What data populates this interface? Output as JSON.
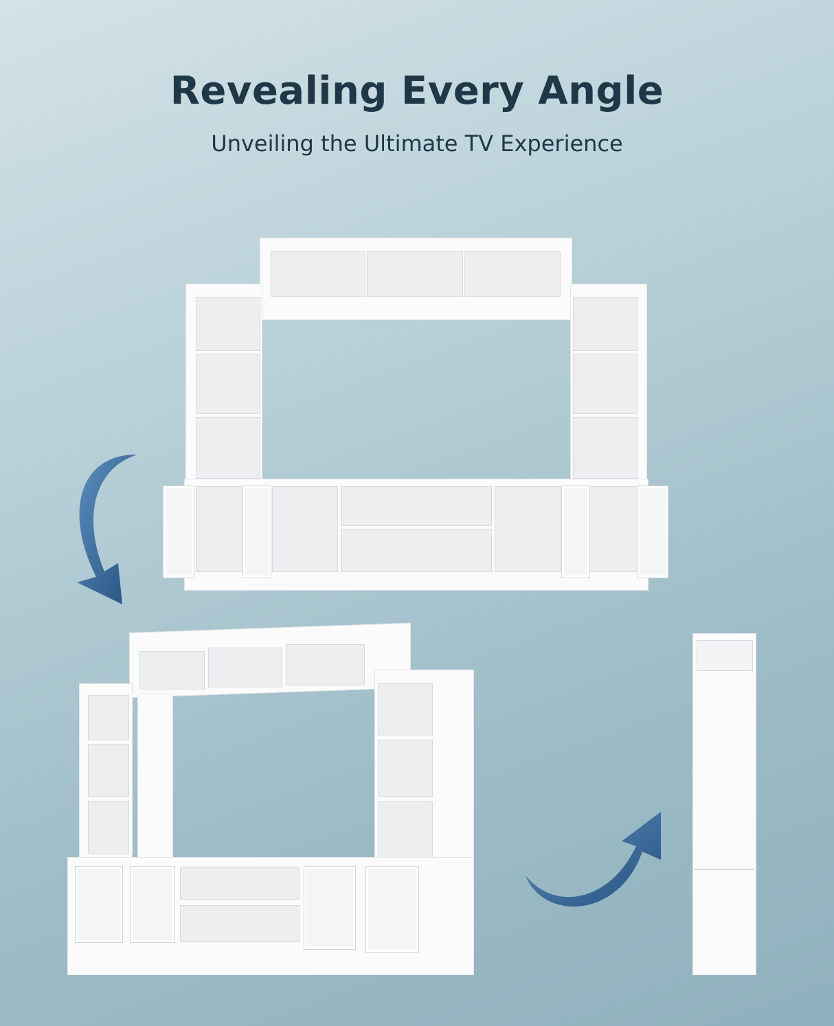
{
  "header": {
    "title": "Revealing Every Angle",
    "subtitle": "Unveiling the Ultimate TV Experience"
  },
  "colors": {
    "title": "#1e3847",
    "arrow": "#2f5f8f",
    "furniture": "#fbfbfb"
  },
  "views": [
    {
      "name": "front-view"
    },
    {
      "name": "angled-view"
    },
    {
      "name": "side-view"
    }
  ]
}
